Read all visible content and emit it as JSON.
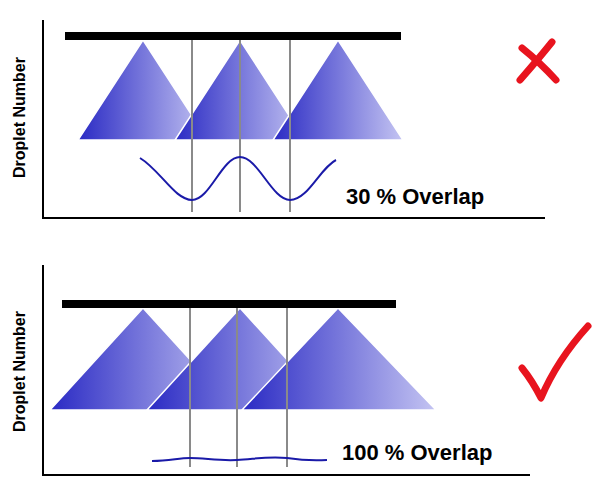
{
  "diagram": {
    "labels": [
      "Droplet Number",
      "30 % Overlap",
      "Droplet Number",
      "100 % Overlap"
    ]
  }
}
